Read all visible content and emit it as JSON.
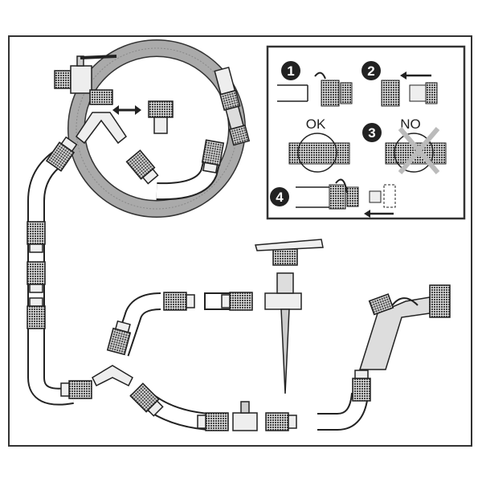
{
  "inset": {
    "steps": [
      {
        "number": "1"
      },
      {
        "number": "2"
      },
      {
        "number": "3",
        "ok_label": "OK",
        "no_label": "NO"
      },
      {
        "number": "4"
      }
    ]
  },
  "colors": {
    "line": "#2a2a2a",
    "hose_gray": "#9a9a9a",
    "knurl": "#555555"
  }
}
